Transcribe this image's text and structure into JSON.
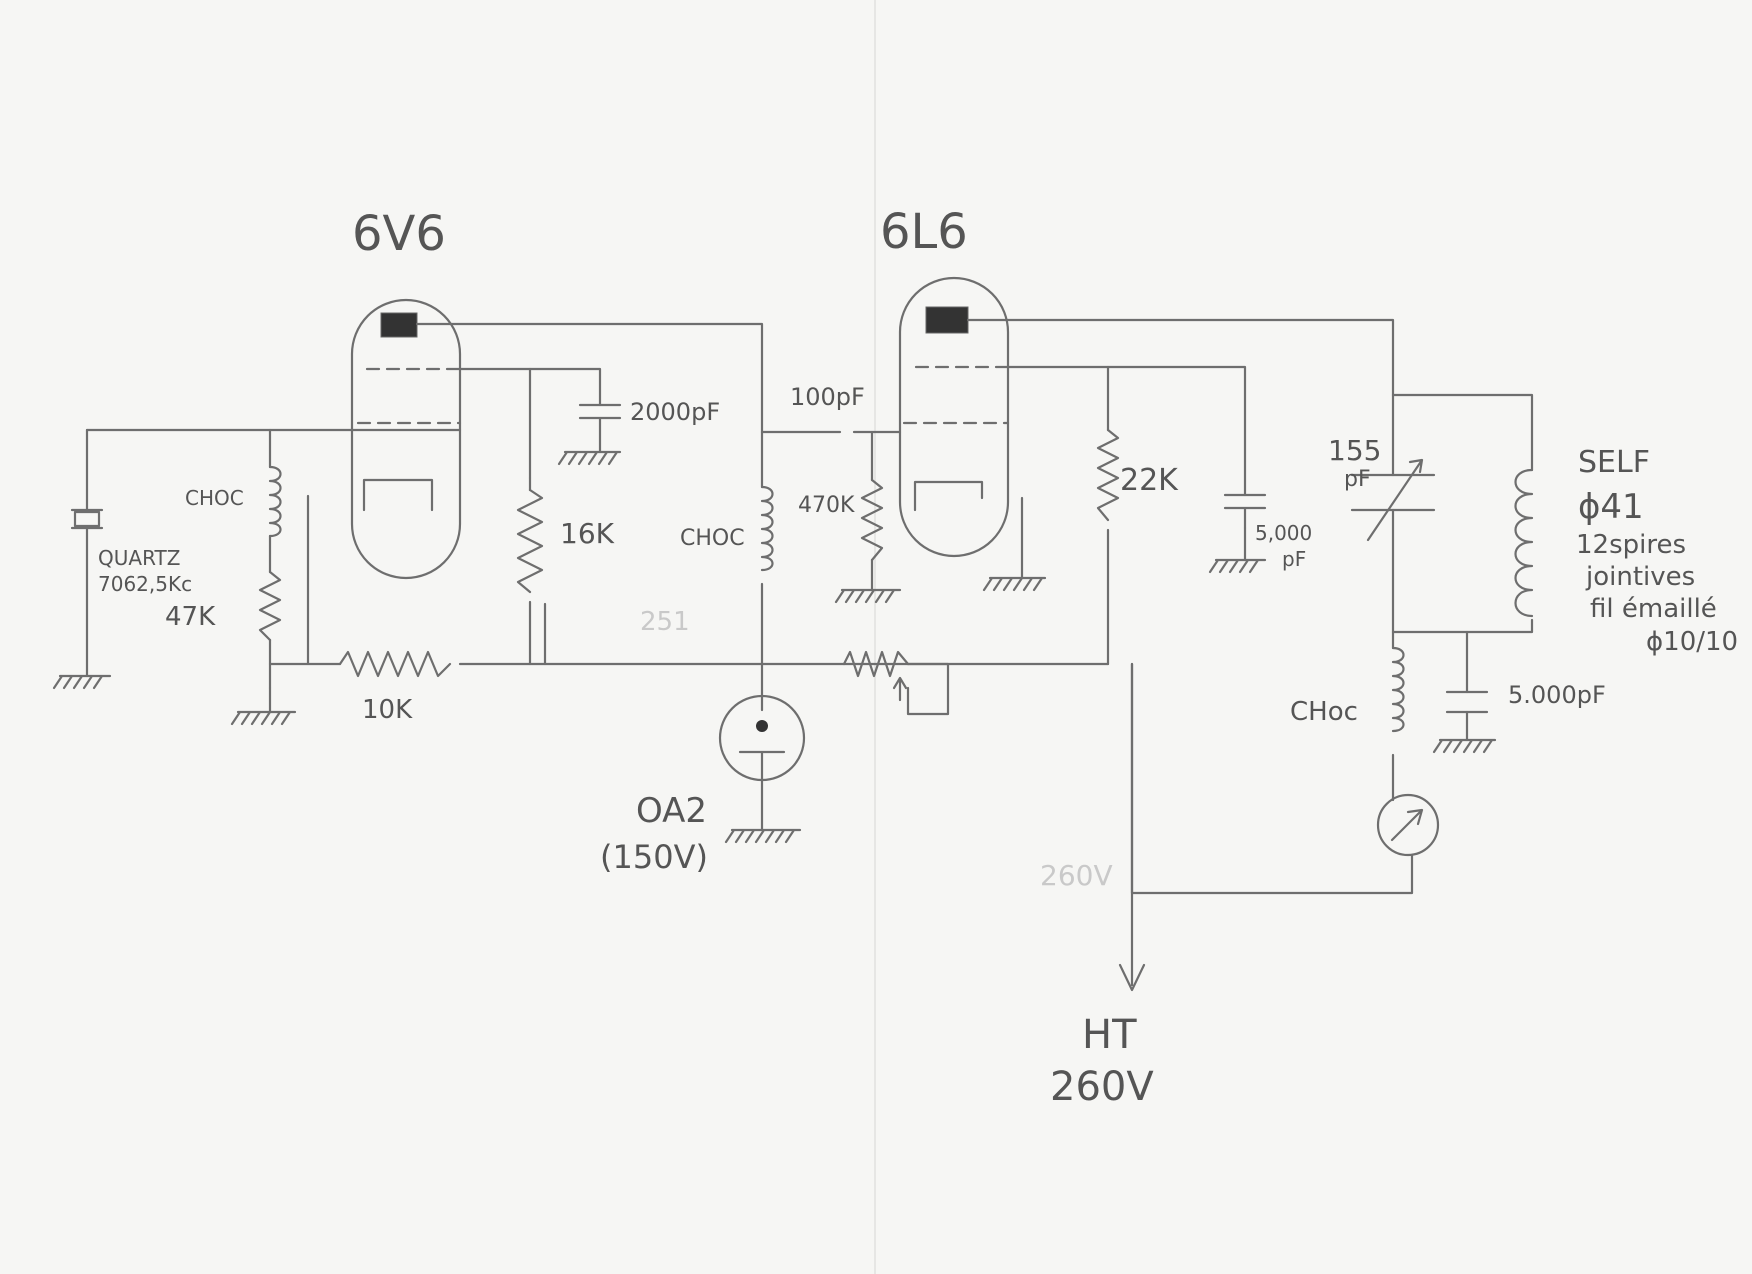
{
  "tubes": {
    "osc": "6V6",
    "pa": "6L6"
  },
  "labels": {
    "crystal_name": "QUARTZ",
    "crystal_freq": "7062,5Kc",
    "choke_grid": "CHOC",
    "r_grid": "47K",
    "r_series": "10K",
    "c_screen": "2000pF",
    "r_screen": "16K",
    "c_coupling": "100pF",
    "choke_mid": "CHOC",
    "r_pa_grid": "470K",
    "reg_tube": "OA2",
    "reg_voltage": "(150V)",
    "r_pa_screen": "22K",
    "c_pa_screen_a": "5,000",
    "c_pa_screen_b": "pF",
    "c_var_a": "155",
    "c_var_b": "pF",
    "coil_title": "SELF",
    "coil_dia": "ϕ41",
    "coil_turns": "12spires",
    "coil_wound": "jointives",
    "coil_wire": "fil émaillé",
    "coil_wire_dia": "ϕ10/10",
    "choke_plate": "CHoc",
    "c_bypass": "5.000pF",
    "ht_label": "HT",
    "ht_voltage": "260V"
  }
}
